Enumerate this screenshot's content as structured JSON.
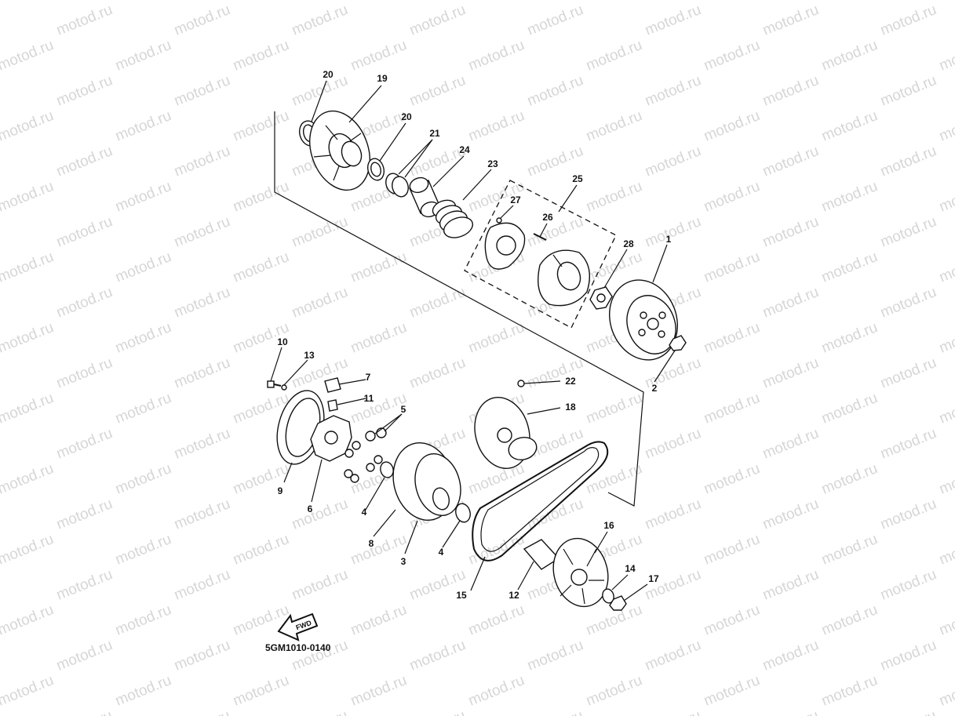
{
  "watermark": {
    "text": "motod.ru",
    "color": "#d6d6d6"
  },
  "diagram": {
    "code": "5GM1010-0140",
    "fwd_text": "FWD",
    "callouts": [
      "1",
      "2",
      "3",
      "4",
      "4",
      "5",
      "6",
      "7",
      "8",
      "9",
      "10",
      "11",
      "12",
      "13",
      "14",
      "15",
      "16",
      "17",
      "18",
      "19",
      "20",
      "20",
      "21",
      "22",
      "23",
      "24",
      "25",
      "26",
      "27",
      "28"
    ]
  }
}
